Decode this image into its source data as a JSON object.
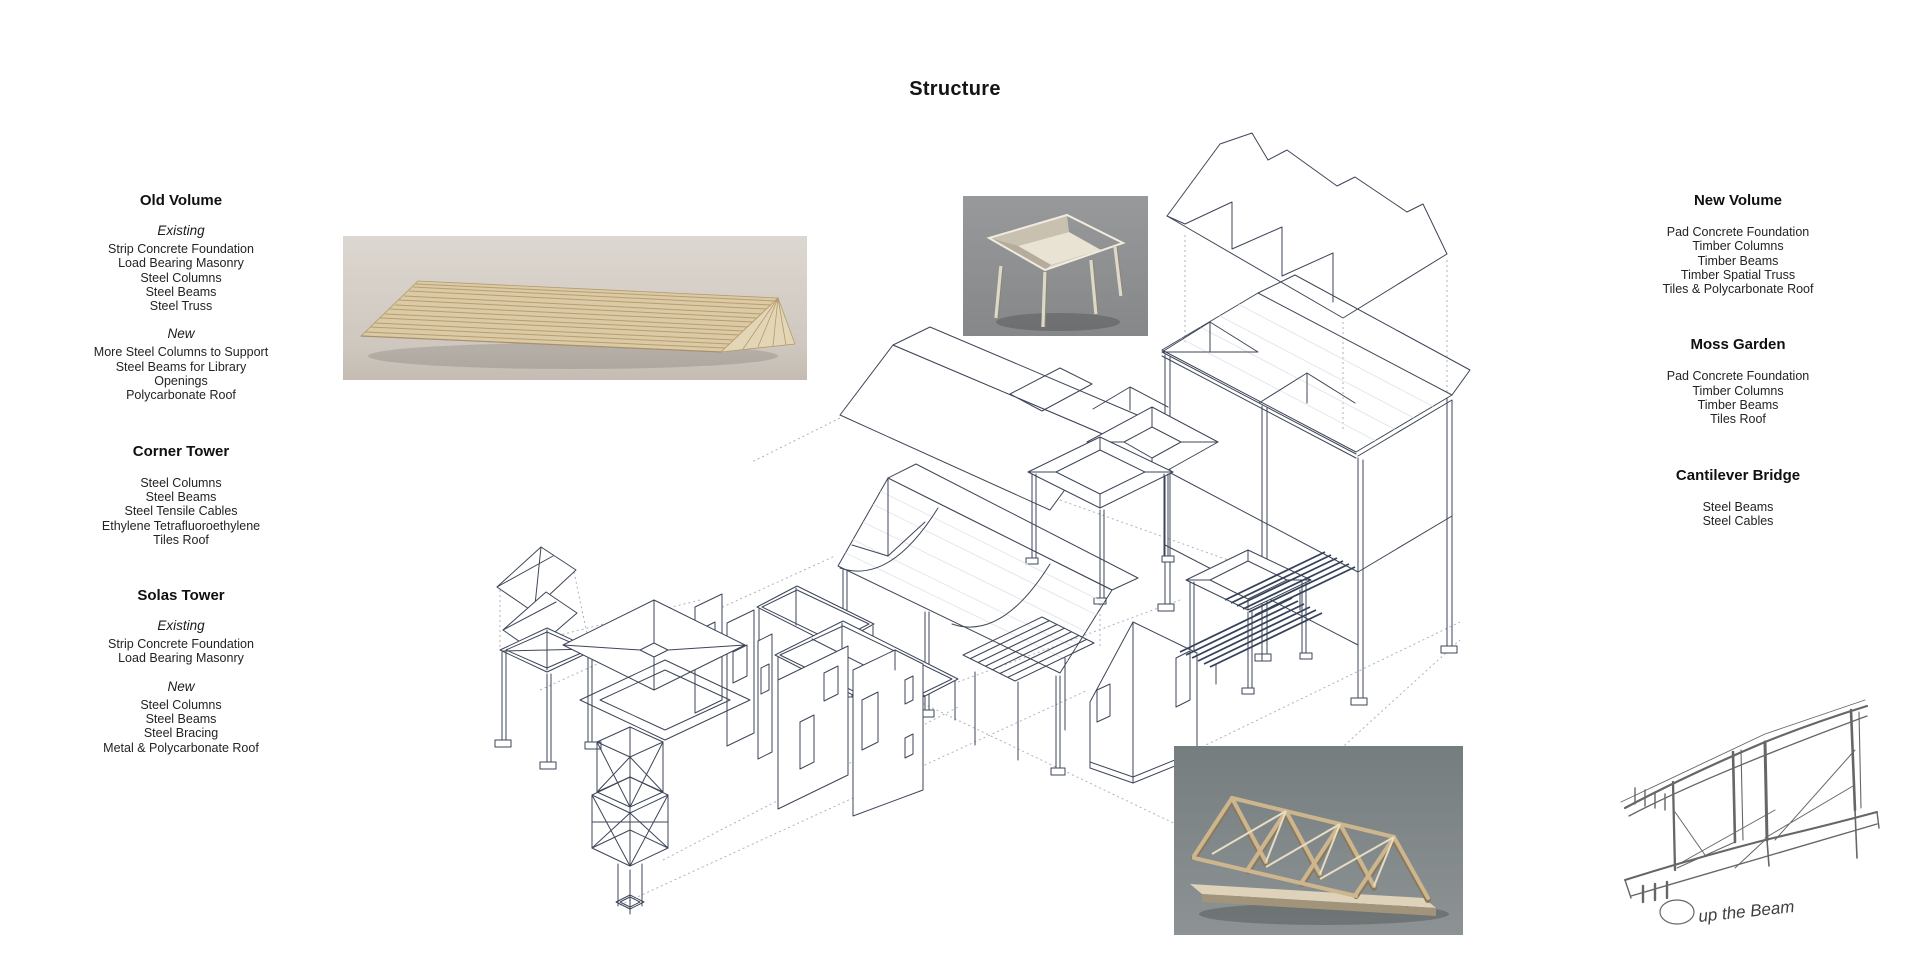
{
  "title": "Structure",
  "left_column": {
    "sections": [
      {
        "heading": "Old Volume",
        "groups": [
          {
            "label": "Existing",
            "items": [
              "Strip Concrete Foundation",
              "Load Bearing Masonry",
              "Steel Columns",
              "Steel Beams",
              "Steel Truss"
            ]
          },
          {
            "label": "New",
            "items": [
              "More Steel Columns to Support",
              "Steel Beams for Library",
              "Openings",
              "Polycarbonate Roof"
            ]
          }
        ]
      },
      {
        "heading": "Corner Tower",
        "groups": [
          {
            "label": "",
            "items": [
              "Steel Columns",
              "Steel Beams",
              "Steel Tensile Cables",
              "Ethylene Tetrafluoroethylene",
              "Tiles Roof"
            ]
          }
        ]
      },
      {
        "heading": "Solas Tower",
        "groups": [
          {
            "label": "Existing",
            "items": [
              "Strip Concrete Foundation",
              "Load Bearing Masonry"
            ]
          },
          {
            "label": "New",
            "items": [
              "Steel Columns",
              "Steel Beams",
              "Steel Bracing",
              "Metal & Polycarbonate Roof"
            ]
          }
        ]
      }
    ]
  },
  "right_column": {
    "sections": [
      {
        "heading": "New Volume",
        "groups": [
          {
            "label": "",
            "items": [
              "Pad Concrete Foundation",
              "Timber Columns",
              "Timber Beams",
              "Timber Spatial Truss",
              "Tiles & Polycarbonate Roof"
            ]
          }
        ]
      },
      {
        "heading": "Moss Garden",
        "groups": [
          {
            "label": "",
            "items": [
              "Pad Concrete Foundation",
              "Timber Columns",
              "Timber Beams",
              "Tiles Roof"
            ]
          }
        ]
      },
      {
        "heading": "Cantilever Bridge",
        "groups": [
          {
            "label": "",
            "items": [
              "Steel Beams",
              "Steel Cables"
            ]
          }
        ]
      }
    ]
  },
  "sketch": {
    "caption": "up the Beam"
  },
  "figures": {
    "axonometric": "Exploded structural axonometric drawing",
    "photo_truss_long": "Model photo: long timber gable roof truss",
    "photo_funnel_table": "Model photo: inverted roof canopy on four columns",
    "photo_truss_module": "Model photo: timber spatial truss module",
    "sketch": "Hand pencil sketch of cantilever bridge beams"
  },
  "colors": {
    "line": "#3d4658",
    "dark_roof_hatch": "#2c3850",
    "dotted_guide": "#adb2bc",
    "wood_light": "#dbcaa6",
    "wood_mid": "#c9b48c",
    "photo_bg_warm": "#d6d0c8",
    "photo_bg_gray": "#909294",
    "photo_bg_green_gray": "#7e8587",
    "pencil": "#565656"
  }
}
